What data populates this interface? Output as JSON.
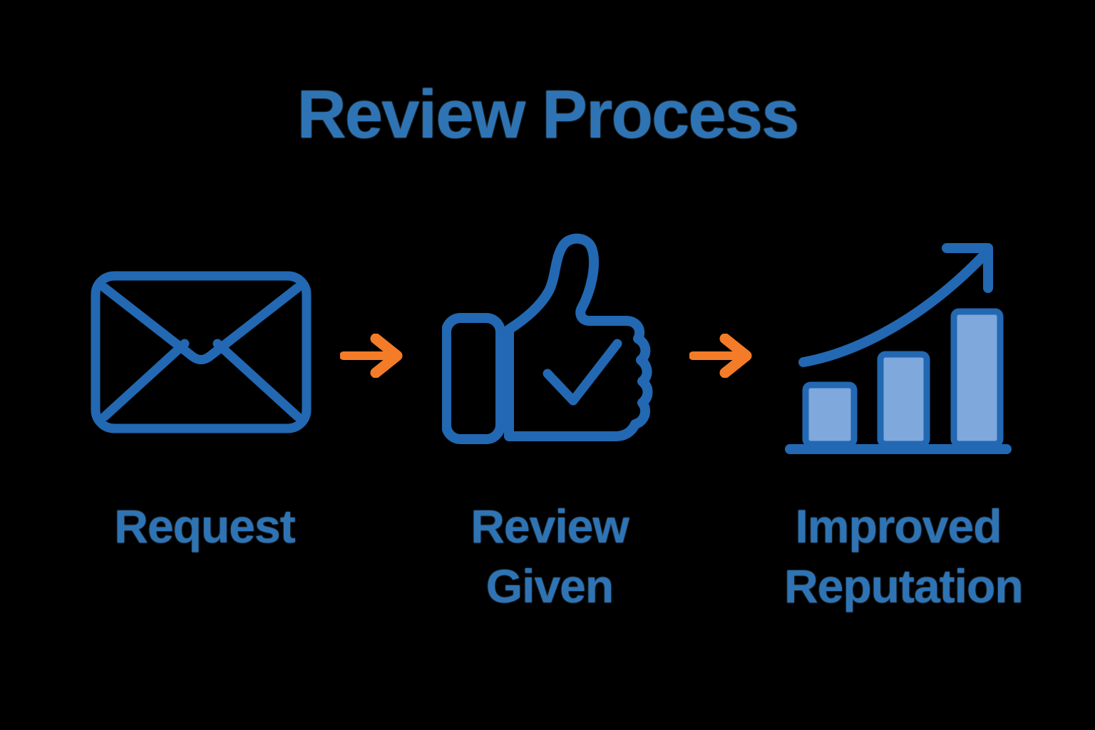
{
  "title": "Review Process",
  "colors": {
    "background": "#000000",
    "title_blue": "#2E74B5",
    "label_blue": "#2E74B5",
    "icon_blue": "#2368B2",
    "bar_fill": "#7FA8DC",
    "arrow_orange": "#F47C28"
  },
  "steps": [
    {
      "label": "Request",
      "icon": "envelope-icon"
    },
    {
      "label": "Review\nGiven",
      "icon": "thumbs-up-check-icon"
    },
    {
      "label": "Improved\nReputation",
      "icon": "bar-chart-growth-icon"
    }
  ],
  "connectors": [
    {
      "icon": "right-arrow-icon"
    },
    {
      "icon": "right-arrow-icon"
    }
  ]
}
